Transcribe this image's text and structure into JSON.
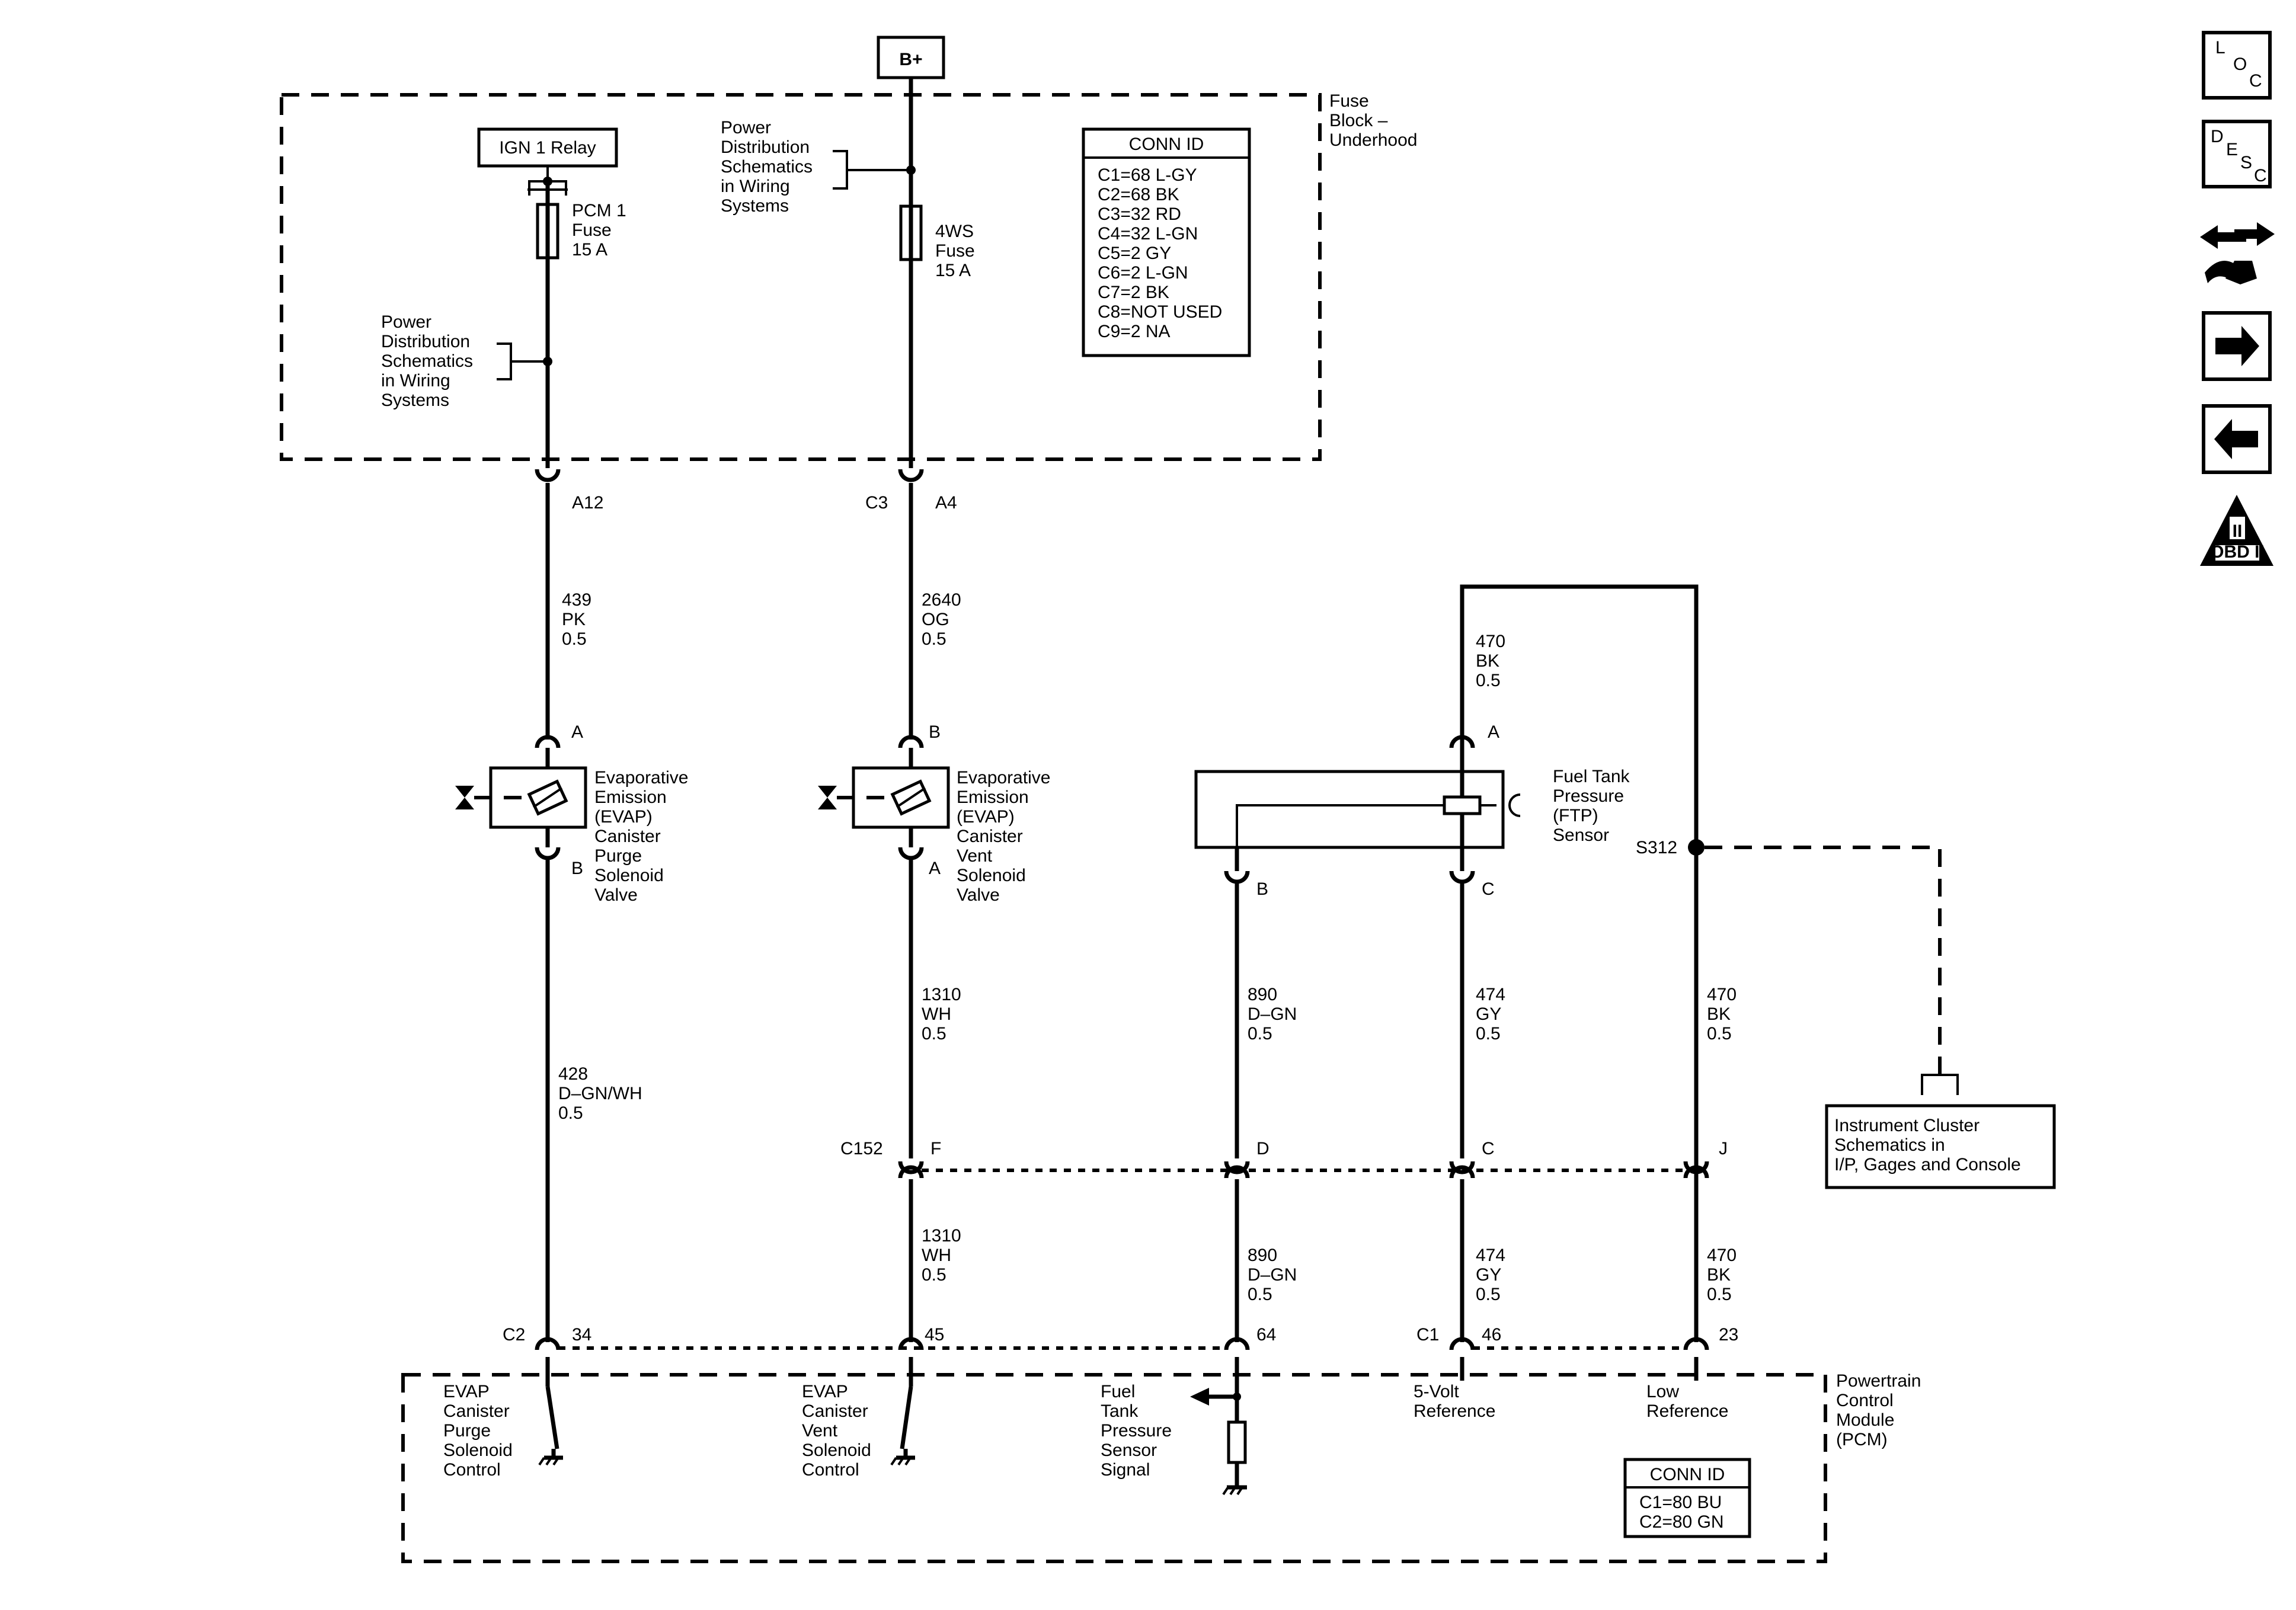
{
  "top": {
    "battery_label": "B+"
  },
  "fuse_block": {
    "title": [
      "Fuse",
      "Block –",
      "Underhood"
    ],
    "relay_label": "IGN 1 Relay",
    "fuse1": [
      "PCM 1",
      "Fuse",
      "15 A"
    ],
    "fuse2": [
      "4WS",
      "Fuse",
      "15 A"
    ],
    "ref_left": [
      "Power",
      "Distribution",
      "Schematics",
      "in Wiring",
      "Systems"
    ],
    "ref_top": [
      "Power",
      "Distribution",
      "Schematics",
      "in Wiring",
      "Systems"
    ],
    "conn_id_title": "CONN ID",
    "conn_ids": [
      "C1=68 L-GY",
      "C2=68 BK",
      "C3=32 RD",
      "C4=32 L-GN",
      "C5=2 GY",
      "C6=2 L-GN",
      "C7=2 BK",
      "C8=NOT USED",
      "C9=2 NA"
    ]
  },
  "connectors": {
    "a12": "A12",
    "c3": "C3",
    "a4": "A4",
    "purge_a": "A",
    "purge_b": "B",
    "vent_b": "B",
    "vent_a": "A",
    "ftp_a": "A",
    "ftp_b": "B",
    "ftp_c": "C",
    "c152": "C152",
    "c152_f": "F",
    "c152_d": "D",
    "c152_c": "C",
    "c152_j": "J",
    "c2": "C2",
    "pin34": "34",
    "pin45": "45",
    "pin64": "64",
    "c1": "C1",
    "pin46": "46",
    "pin23": "23",
    "splice": "S312"
  },
  "wires": {
    "w439": [
      "439",
      "PK",
      "0.5"
    ],
    "w2640": [
      "2640",
      "OG",
      "0.5"
    ],
    "w470_top": [
      "470",
      "BK",
      "0.5"
    ],
    "w428": [
      "428",
      "D–GN/WH",
      "0.5"
    ],
    "w1310_a": [
      "1310",
      "WH",
      "0.5"
    ],
    "w890_a": [
      "890",
      "D–GN",
      "0.5"
    ],
    "w474_a": [
      "474",
      "GY",
      "0.5"
    ],
    "w470_a": [
      "470",
      "BK",
      "0.5"
    ],
    "w1310_b": [
      "1310",
      "WH",
      "0.5"
    ],
    "w890_b": [
      "890",
      "D–GN",
      "0.5"
    ],
    "w474_b": [
      "474",
      "GY",
      "0.5"
    ],
    "w470_b": [
      "470",
      "BK",
      "0.5"
    ]
  },
  "components": {
    "purge_valve": [
      "Evaporative",
      "Emission",
      "(EVAP)",
      "Canister",
      "Purge",
      "Solenoid",
      "Valve"
    ],
    "vent_valve": [
      "Evaporative",
      "Emission",
      "(EVAP)",
      "Canister",
      "Vent",
      "Solenoid",
      "Valve"
    ],
    "ftp_sensor": [
      "Fuel Tank",
      "Pressure",
      "(FTP)",
      "Sensor"
    ],
    "instrument_cluster": [
      "Instrument Cluster",
      "Schematics in",
      "I/P, Gages and Console"
    ]
  },
  "pcm": {
    "title": [
      "Powertrain",
      "Control",
      "Module",
      "(PCM)"
    ],
    "purge_ctrl": [
      "EVAP",
      "Canister",
      "Purge",
      "Solenoid",
      "Control"
    ],
    "vent_ctrl": [
      "EVAP",
      "Canister",
      "Vent",
      "Solenoid",
      "Control"
    ],
    "ftp_signal": [
      "Fuel",
      "Tank",
      "Pressure",
      "Sensor",
      "Signal"
    ],
    "ref5v": [
      "5-Volt",
      "Reference"
    ],
    "lowref": [
      "Low",
      "Reference"
    ],
    "conn_id_title": "CONN ID",
    "conn_ids": [
      "C1=80 BU",
      "C2=80 GN"
    ]
  },
  "sidebar": {
    "loc": [
      "L",
      "O",
      "C"
    ],
    "desc": [
      "D",
      "E",
      "S",
      "C"
    ],
    "obd": [
      "II",
      "OBD II"
    ]
  }
}
